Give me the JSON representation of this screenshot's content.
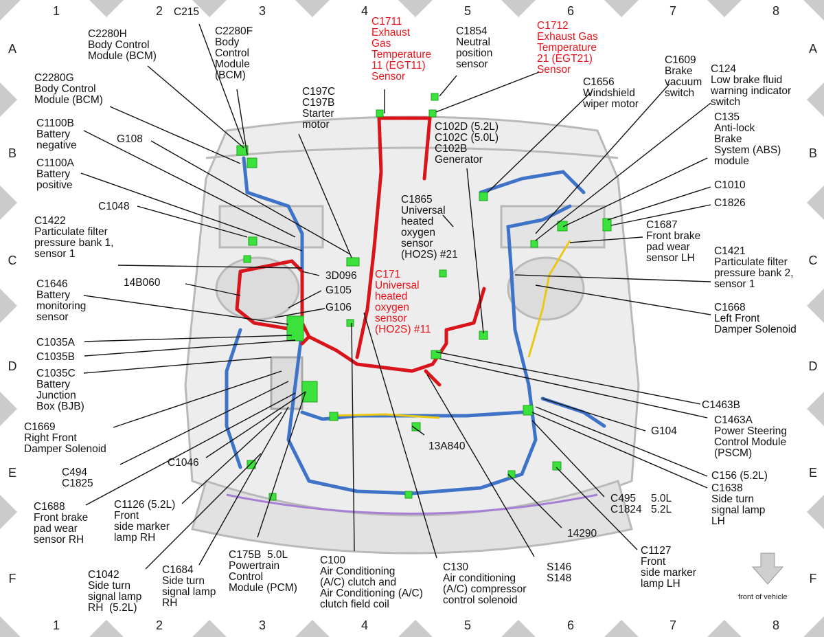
{
  "grid": {
    "columns": [
      "1",
      "2",
      "3",
      "4",
      "5",
      "6",
      "7",
      "8"
    ],
    "rows": [
      "A",
      "B",
      "C",
      "D",
      "E",
      "F"
    ]
  },
  "front_of_vehicle": "front of vehicle",
  "labels": {
    "c2280h": "C2280H\nBody Control\nModule (BCM)",
    "c215": "C215",
    "c2280f": "C2280F\nBody\nControl\nModule\n(BCM)",
    "c1711": "C1711\nExhaust\nGas\nTemperature\n11 (EGT11)\nSensor",
    "c1854": "C1854\nNeutral\nposition\nsensor",
    "c1712": "C1712\nExhaust Gas\nTemperature\n21 (EGT21)\nSensor",
    "c1609": "C1609\nBrake\nvacuum\nswitch",
    "c124": "C124\nLow brake fluid\nwarning indicator\nswitch",
    "c2280g": "C2280G\nBody Control\nModule (BCM)",
    "c197": "C197C\nC197B\nStarter\nmotor",
    "c1656": "C1656\nWindshield\nwiper motor",
    "c1100b": "C1100B\nBattery\nnegative",
    "g108": "G108",
    "c102": "C102D (5.2L)\nC102C (5.0L)\nC102B\nGenerator",
    "c135": "C135\nAnti-lock\nBrake\nSystem (ABS)\nmodule",
    "c1100a": "C1100A\nBattery\npositive",
    "c1010": "C1010",
    "c1048": "C1048",
    "c1865": "C1865\nUniversal\nheated\noxygen\nsensor\n(HO2S) #21",
    "c1826": "C1826",
    "c1422": "C1422\nParticulate filter\npressure bank 1,\nsensor 1",
    "c1687": "C1687\nFront brake\npad wear\nsensor LH",
    "c1421": "C1421\nParticulate filter\npressure bank 2,\nsensor 1",
    "3d096": "3D096",
    "14b060": "14B060",
    "c171": "C171\nUniversal\nheated\noxygen\nsensor\n(HO2S) #11",
    "g105": "G105",
    "c1646": "C1646\nBattery\nmonitoring\nsensor",
    "g106": "G106",
    "c1668": "C1668\nLeft Front\nDamper Solenoid",
    "c1035a": "C1035A",
    "c1035b": "C1035B",
    "c1035c": "C1035C\nBattery\nJunction\nBox (BJB)",
    "c1463b": "C1463B",
    "c1463a": "C1463A\nPower Steering\nControl Module\n(PSCM)",
    "c1669": "C1669\nRight Front\nDamper Solenoid",
    "g104": "G104",
    "13a840": "13A840",
    "c1046": "C1046",
    "c494": "C494\nC1825",
    "c156": "C156 (5.2L)",
    "c1638": "C1638\nSide turn\nsignal lamp\nLH",
    "c1688": "C1688\nFront brake\npad wear\nsensor RH",
    "c1126": "C1126 (5.2L)\nFront\nside marker\nlamp RH",
    "c495": "C495\nC1824",
    "c495v": "5.0L\n5.2L",
    "14290": "14290",
    "c1127": "C1127\nFront\nside marker\nlamp LH",
    "c1042": "C1042\nSide turn\nsignal lamp\nRH  (5.2L)",
    "c1684": "C1684\nSide turn\nsignal lamp\nRH",
    "c175b": "C175B  5.0L\nPowertrain\nControl\nModule (PCM)",
    "c100": "C100\nAir Conditioning\n(A/C) clutch and\nAir Conditioning (A/C)\nclutch field coil",
    "c130": "C130\nAir conditioning\n(A/C) compressor\ncontrol solenoid",
    "s146": "S146\nS148"
  },
  "colors": {
    "red_harness": "#d9151b",
    "blue_harness": "#3f73c7",
    "connector_green": "#3ce23c",
    "yellow_harness": "#e9c914",
    "callout_red": "#e8141b",
    "border_diamond": "#c9c9c9"
  }
}
